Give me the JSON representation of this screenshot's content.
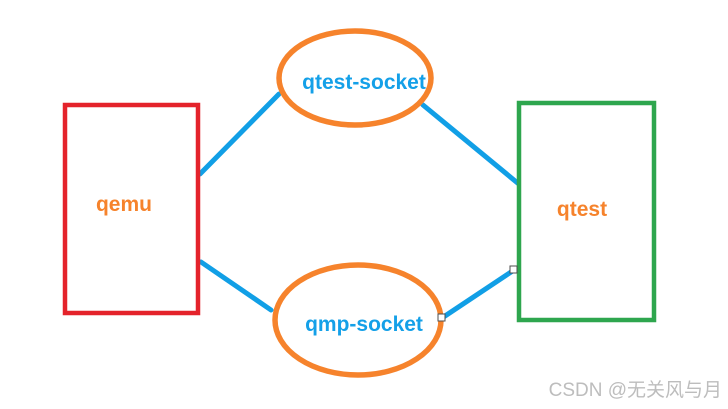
{
  "colors": {
    "background": "#ffffff",
    "qemu_border": "#e4232b",
    "qtest_border": "#2ea64e",
    "socket_border": "#f6832c",
    "orange_label": "#f6832c",
    "blue_label": "#14a0e8",
    "connector_blue": "#119fe6",
    "handle_fill": "#ffffff",
    "handle_border": "#4d4d4d",
    "watermark_gray": "#bdbdbd"
  },
  "nodes": {
    "qemu": {
      "label": "qemu",
      "shape": "rectangle"
    },
    "qtest": {
      "label": "qtest",
      "shape": "rectangle"
    },
    "qtest_socket": {
      "label": "qtest-socket",
      "shape": "ellipse"
    },
    "qmp_socket": {
      "label": "qmp-socket",
      "shape": "ellipse"
    }
  },
  "edges": [
    {
      "from": "qemu",
      "to": "qtest-socket",
      "selected": false
    },
    {
      "from": "qtest-socket",
      "to": "qtest",
      "selected": false
    },
    {
      "from": "qemu",
      "to": "qmp-socket",
      "selected": false
    },
    {
      "from": "qmp-socket",
      "to": "qtest",
      "selected": true
    }
  ],
  "watermark": {
    "text": "CSDN @无关风与月"
  }
}
